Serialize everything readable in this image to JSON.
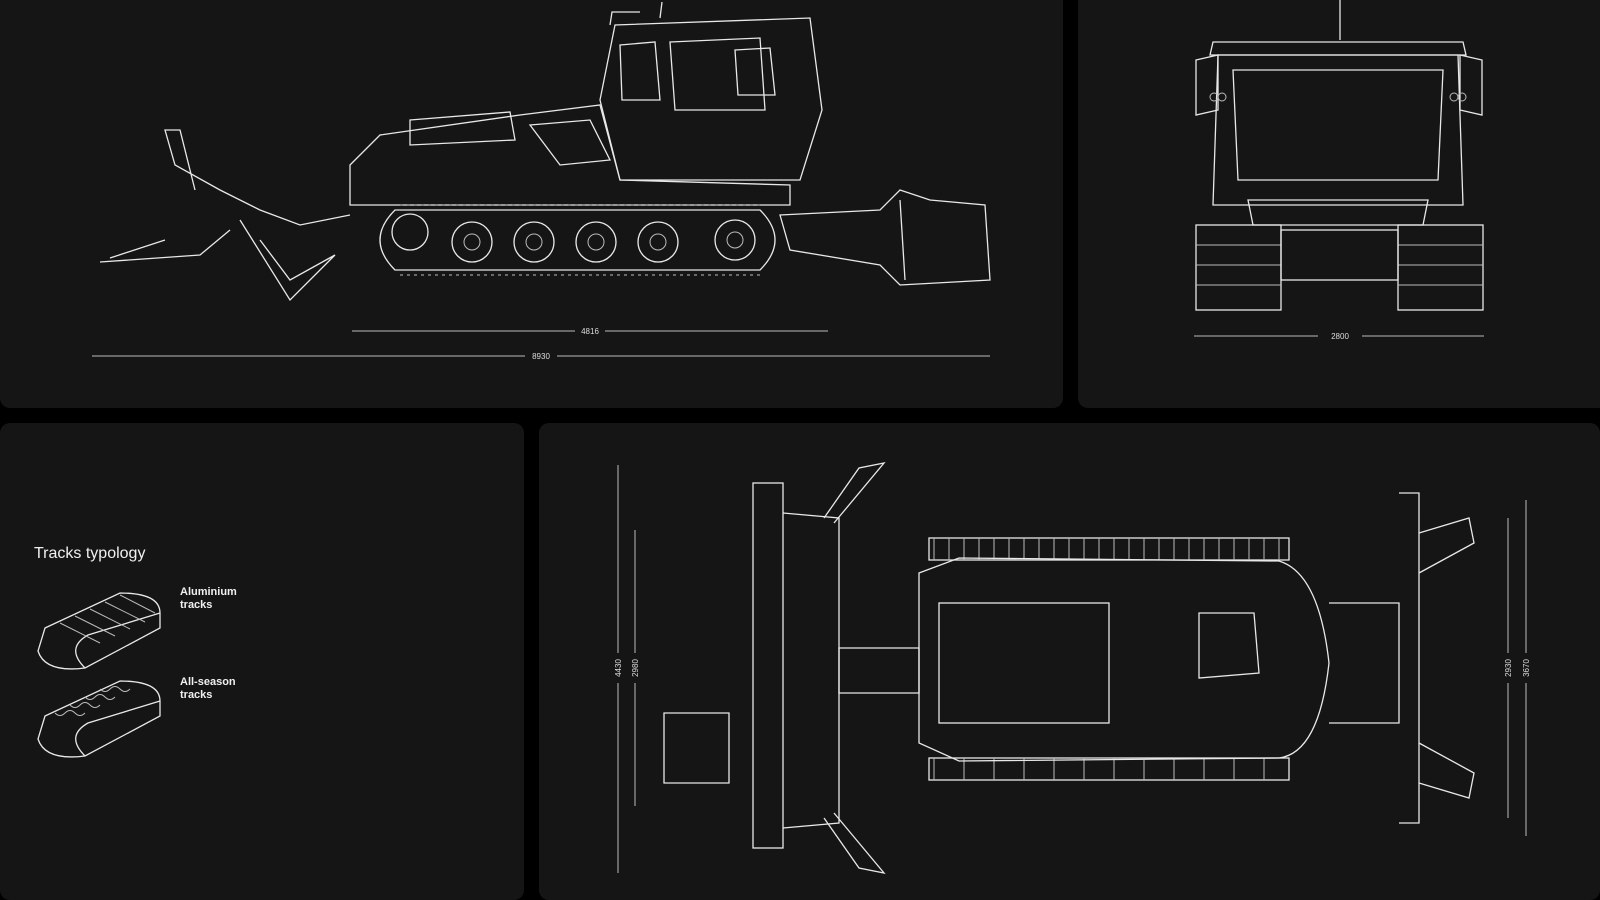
{
  "side_view": {
    "dim_wheelbase": "4816",
    "dim_total_length": "8930"
  },
  "front_view": {
    "dim_width": "2800"
  },
  "tracks_panel": {
    "title": "Tracks typology",
    "items": [
      {
        "label_line1": "Aluminium",
        "label_line2": "tracks",
        "icon": "aluminium-track-icon"
      },
      {
        "label_line1": "All-season",
        "label_line2": "tracks",
        "icon": "all-season-track-icon"
      }
    ]
  },
  "top_view": {
    "dim_left_outer": "4430",
    "dim_left_inner": "2980",
    "dim_right_inner": "2930",
    "dim_right_outer": "3670"
  }
}
